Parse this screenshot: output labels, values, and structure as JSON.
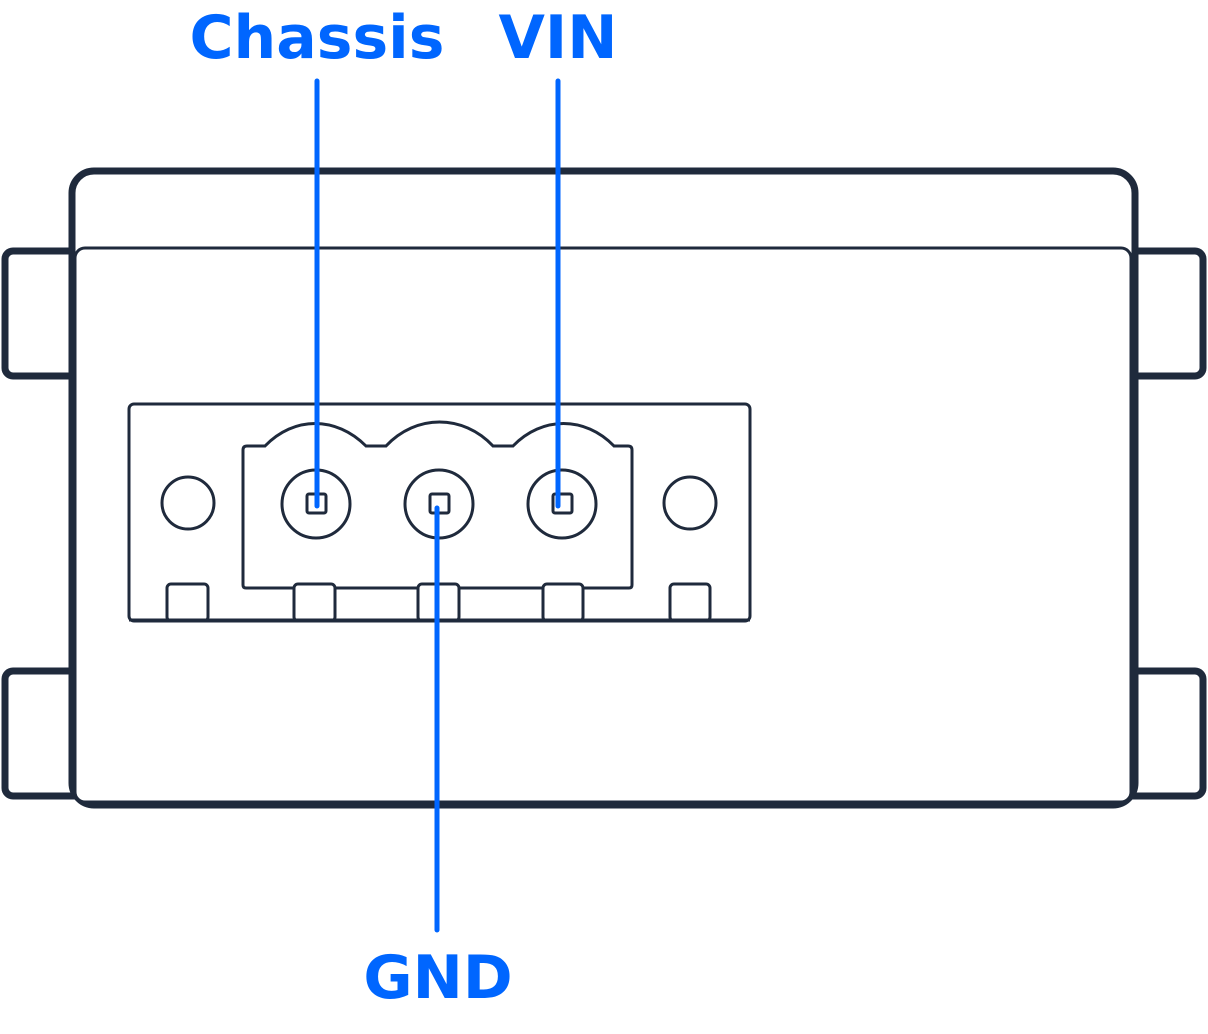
{
  "colors": {
    "outline": "#1f2a3c",
    "callout": "#0066ff",
    "background": "#ffffff"
  },
  "labels": {
    "chassis": "Chassis",
    "vin": "VIN",
    "gnd": "GND"
  }
}
